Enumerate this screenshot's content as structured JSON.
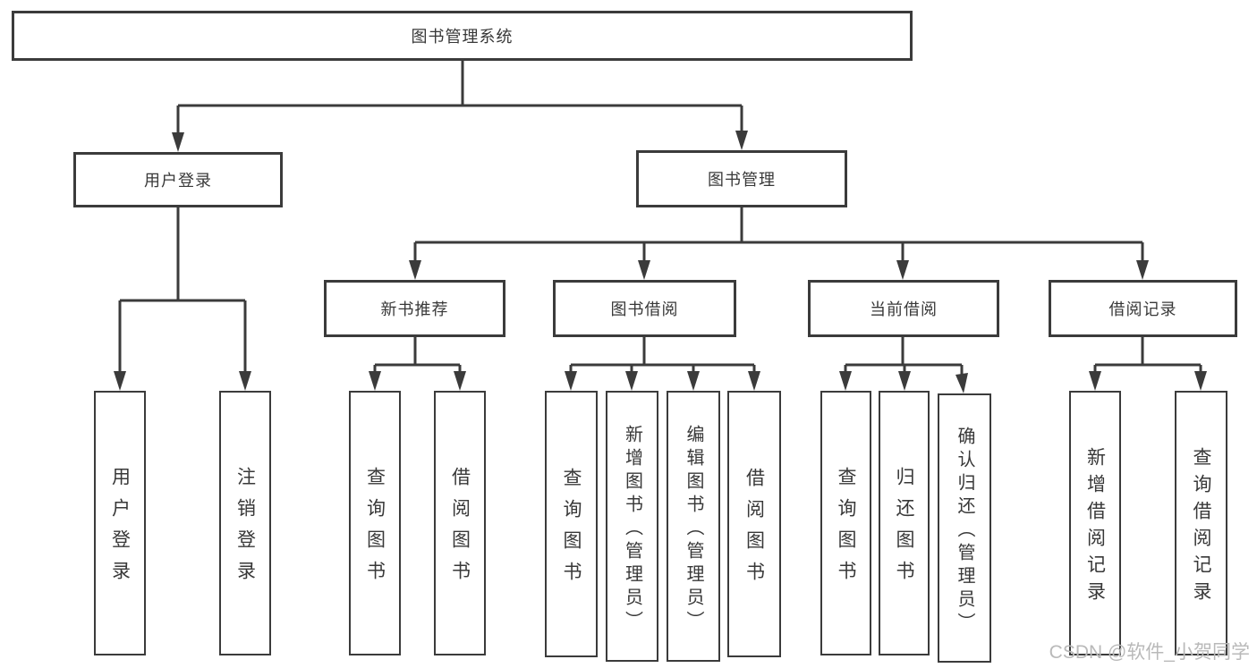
{
  "watermark": "CSDN @软件_小贺同学",
  "tree": {
    "root": "图书管理系统",
    "level2": {
      "user_login": "用户登录",
      "book_mgmt": "图书管理"
    },
    "level3": {
      "new_books": "新书推荐",
      "borrow": "图书借阅",
      "current": "当前借阅",
      "records": "借阅记录"
    },
    "leaves": {
      "user_login_leaf": "用户登录",
      "logout": "注销登录",
      "nb_query": "查询图书",
      "nb_borrow": "借阅图书",
      "bw_query": "查询图书",
      "bw_add": "新增图书（管理员）",
      "bw_edit": "编辑图书（管理员）",
      "bw_borrow": "借阅图书",
      "cur_query": "查询图书",
      "cur_return": "归还图书",
      "cur_confirm": "确认归还（管理员）",
      "rec_add": "新增借阅记录",
      "rec_query": "查询借阅记录"
    }
  }
}
